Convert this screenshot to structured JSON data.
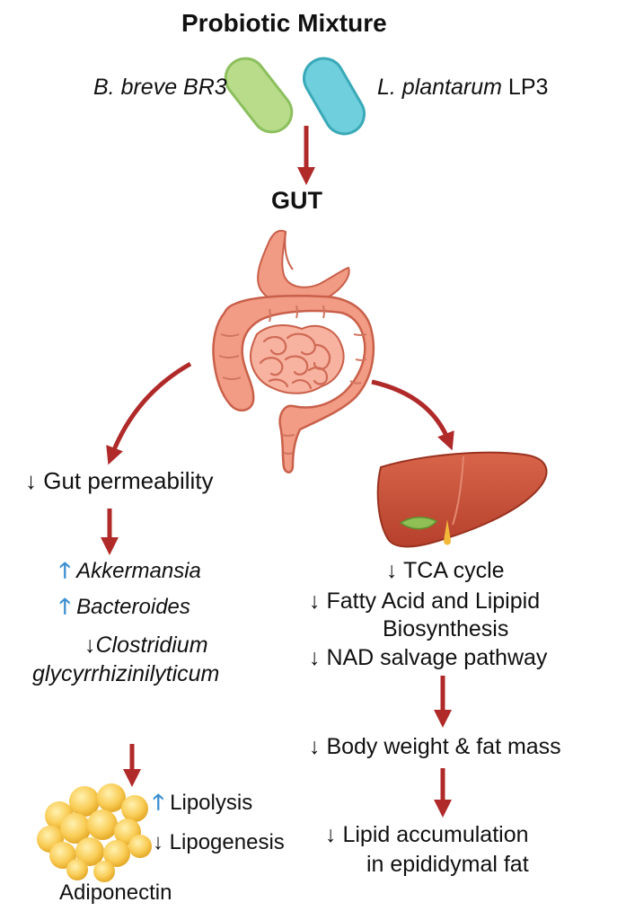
{
  "title": "Probiotic Mixture",
  "strains": {
    "left": "B. breve BR3",
    "right_italic": "L. plantarum",
    "right_code": "LP3"
  },
  "gut_label": "GUT",
  "left_branch": {
    "gut_permeability": "Gut permeability",
    "microbes": [
      {
        "direction": "up",
        "name": "Akkermansia"
      },
      {
        "direction": "up",
        "name": "Bacteroides"
      }
    ],
    "clostridium_line1": "Clostridium",
    "clostridium_line2": "glycyrrhizinilyticum",
    "adipose": {
      "effects": [
        {
          "direction": "up",
          "label": "Lipolysis"
        },
        {
          "direction": "down",
          "label": "Lipogenesis"
        }
      ],
      "adiponectin": "Adiponectin"
    }
  },
  "right_branch": {
    "tca": "TCA cycle",
    "fatty_acid_line1": "Fatty Acid and Lipipid",
    "fatty_acid_line2": "Biosynthesis",
    "nad": "NAD salvage pathway",
    "body_weight": "Body weight & fat mass",
    "lipid_line1": "Lipid accumulation",
    "lipid_line2": "in epididymal fat"
  },
  "symbols": {
    "up_arrow": "🡑",
    "down_arrow": "↓"
  },
  "colors": {
    "arrow_red": "#b02a2a",
    "up_blue": "#3b8fd0",
    "bifido_green": "#a8d37a",
    "lacto_cyan": "#5cc6d4",
    "gut_pink": "#ee8e78",
    "liver_red": "#c8523a",
    "fat_yellow": "#f7c34a"
  }
}
